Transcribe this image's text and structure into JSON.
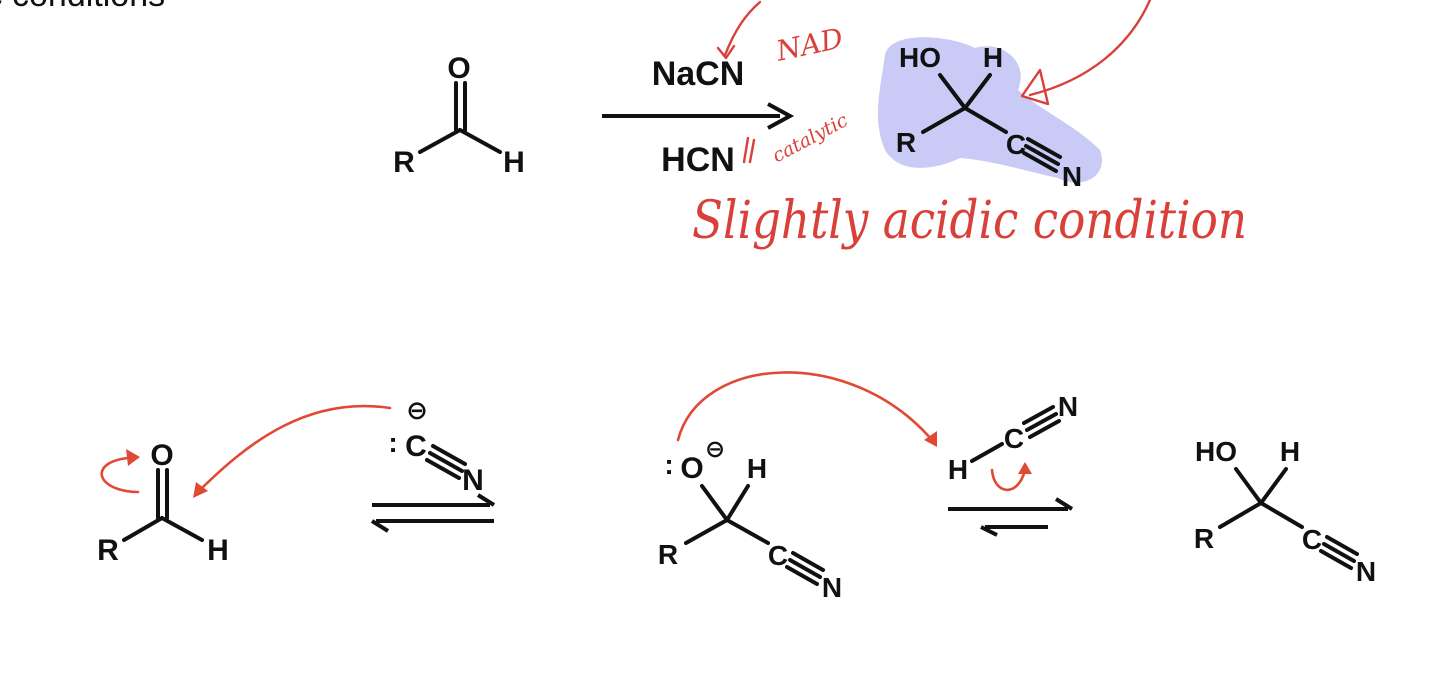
{
  "header_fragment": "ic conditions",
  "top_reaction": {
    "reactant": {
      "o": "O",
      "r": "R",
      "h": "H"
    },
    "reagent_above": "NaCN",
    "reagent_below": "HCN",
    "product": {
      "oh": "HO",
      "h": "H",
      "r": "R",
      "c": "C",
      "n": "N"
    }
  },
  "handwriting": {
    "nad_label": "NAD",
    "catalytic_note": "catalytic",
    "conditions_note": "Slightly acidic condition"
  },
  "mechanism": {
    "aldehyde": {
      "o": "O",
      "r": "R",
      "h": "H"
    },
    "cyanide": {
      "charge": "⊖",
      "lone_pair": ":",
      "c": "C",
      "n": "N"
    },
    "alkoxide": {
      "lone_pair": ":",
      "o": "O",
      "charge": "⊖",
      "h": "H",
      "r": "R",
      "c": "C",
      "n": "N"
    },
    "hcn": {
      "h": "H",
      "c": "C",
      "n": "N"
    },
    "product": {
      "oh": "HO",
      "h": "H",
      "r": "R",
      "c": "C",
      "n": "N"
    }
  },
  "colors": {
    "highlight": "#c6c8f6",
    "annotation_red": "#e04a35",
    "ink": "#111111"
  }
}
